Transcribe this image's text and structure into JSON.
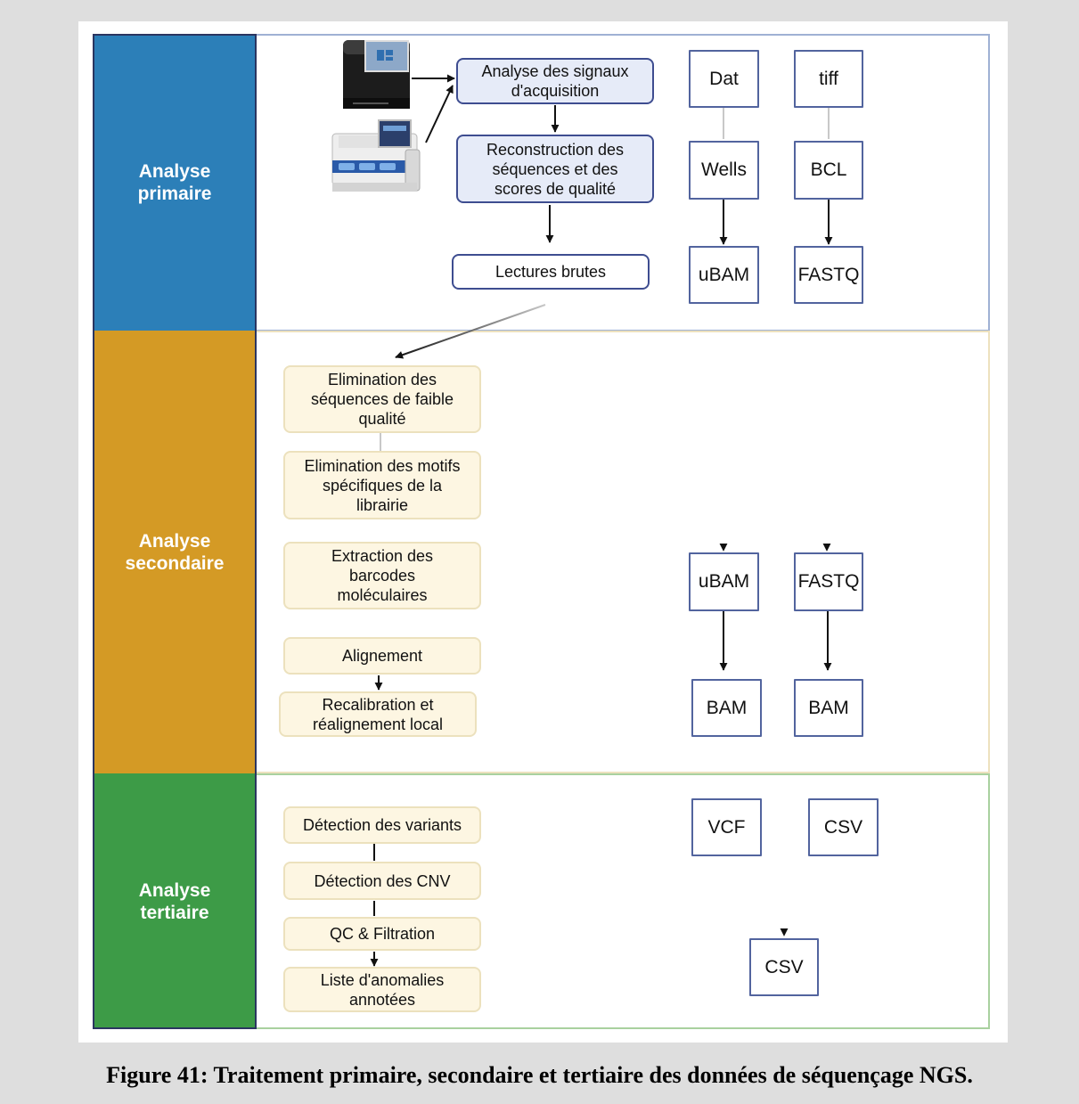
{
  "caption": "Figure 41: Traitement primaire, secondaire et tertiaire des données de séquençage NGS.",
  "sections": {
    "primary": {
      "label": "Analyse\nprimaire",
      "color": "#2c7fb8",
      "border": "#9fb1d4"
    },
    "secondary": {
      "label": "Analyse\nsecondaire",
      "color": "#d49a25",
      "border": "#ede1be"
    },
    "tertiary": {
      "label": "Analyse\ntertiaire",
      "color": "#3d9b47",
      "border": "#a9d19f"
    }
  },
  "primary_steps": [
    "Analyse des signaux\nd'acquisition",
    "Reconstruction des\nséquences et des\nscores de qualité",
    "Lectures brutes"
  ],
  "secondary_steps": [
    "Elimination des\nséquences de faible\nqualité",
    "Elimination des motifs\nspécifiques de la\nlibrairie",
    "Extraction des\nbarcodes\nmoléculaires",
    "Alignement",
    "Recalibration et\nréalignement local"
  ],
  "tertiary_steps": [
    "Détection des variants",
    "Détection des CNV",
    "QC & Filtration",
    "Liste d'anomalies\nannotées"
  ],
  "files": {
    "col1": [
      "Dat",
      "Wells",
      "uBAM",
      "uBAM",
      "BAM"
    ],
    "col2": [
      "tiff",
      "BCL",
      "FASTQ",
      "FASTQ",
      "BAM"
    ],
    "tertiary": [
      "VCF",
      "CSV",
      "CSV"
    ]
  },
  "icons": [
    "sequencer-illumina-icon",
    "sequencer-ion-torrent-icon"
  ]
}
